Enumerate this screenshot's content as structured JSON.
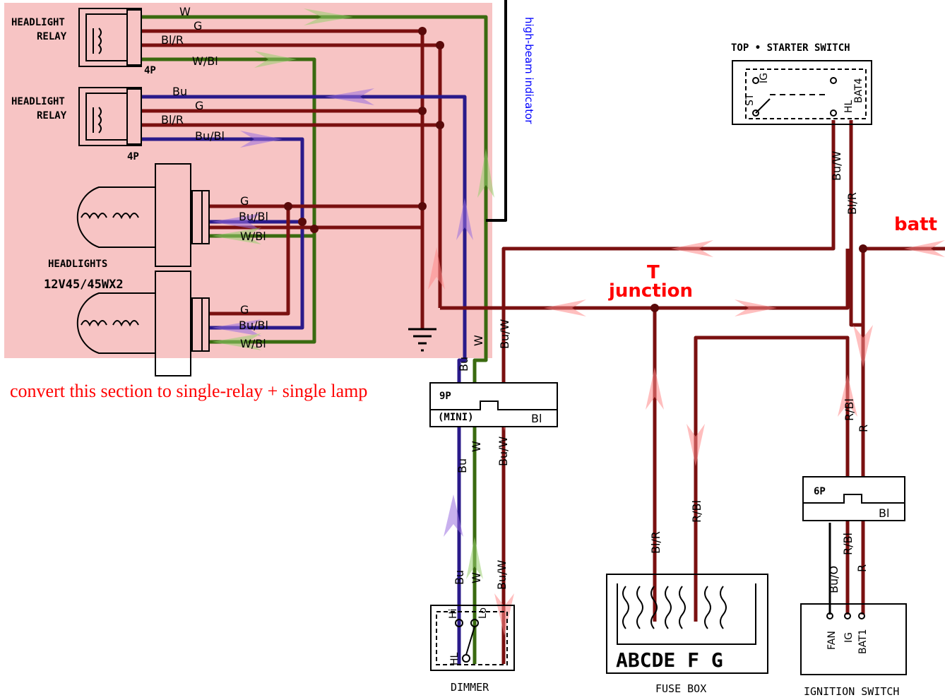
{
  "colors": {
    "highlight_region": "#f7c4c4",
    "wire_dark_red": "#7a1010",
    "wire_blue": "#2a1a8a",
    "wire_green": "#3a6a10",
    "wire_black": "#000000",
    "arrow_red": "#ff8a8a",
    "arrow_green": "#9ad070",
    "arrow_purple": "#9a70e0",
    "note_red": "#ff0000",
    "note_blue": "#0000ff"
  },
  "components": {
    "headlight_relay_1": {
      "line1": "HEADLIGHT",
      "line2": "RELAY",
      "connector": "4P"
    },
    "headlight_relay_2": {
      "line1": "HEADLIGHT",
      "line2": "RELAY",
      "connector": "4P"
    },
    "headlights": {
      "line1": "HEADLIGHTS",
      "line2": "12V45/45WX2"
    },
    "top_starter_switch": {
      "title": "TOP • STARTER SWITCH",
      "pin_st": "ST",
      "pin_ig": "IG",
      "pin_hl": "HL",
      "pin_bat4": "BAT4"
    },
    "connector_9p": {
      "label": "9P",
      "sublabel": "(MINI)",
      "color_code": "Bl"
    },
    "connector_6p": {
      "label": "6P",
      "color_code": "Bl"
    },
    "dimmer": {
      "caption": "DIMMER",
      "pin_hi": "Hi",
      "pin_lo": "Lo",
      "pin_hl": "HL"
    },
    "fuse_box": {
      "caption": "FUSE BOX",
      "letters": "ABCDE F G"
    },
    "ignition_switch": {
      "caption": "IGNITION SWITCH",
      "pin_fan": "FAN",
      "pin_ig": "IG",
      "pin_bat1": "BAT1"
    }
  },
  "wire_labels": {
    "relay1_w": "W",
    "relay1_g": "G",
    "relay1_blr": "Bl/R",
    "relay1_wbl": "W/Bl",
    "relay2_bu": "Bu",
    "relay2_g": "G",
    "relay2_blr": "Bl/R",
    "relay2_bubl": "Bu/Bl",
    "lamp1_g": "G",
    "lamp1_bubl": "Bu/Bl",
    "lamp1_wbl": "W/Bl",
    "lamp2_g": "G",
    "lamp2_bubl": "Bu/Bl",
    "lamp2_wbl": "W/Bl",
    "v_bu_1": "Bu",
    "v_w_1": "W",
    "v_buw_1": "Bu/W",
    "v_bu_2": "Bu",
    "v_w_2": "W",
    "v_buw_2": "Bu/W",
    "v_bu_3": "Bu",
    "v_w_3": "W",
    "v_buw_3": "Bu/W",
    "sw_buw": "Bu/W",
    "sw_blr": "Bl/R",
    "fuse_blr": "Bl/R",
    "fuse_rbl": "R/Bl",
    "ign_rbl_1": "R/Bl",
    "ign_r_1": "R",
    "ign_buo": "Bu/O",
    "ign_rbl_2": "R/Bl",
    "ign_r_2": "R"
  },
  "annotations": {
    "batt": "batt",
    "t_junction_1": "T",
    "t_junction_2": "junction",
    "high_beam": "high-beam indicator",
    "convert_note": "convert this section to single-relay + single lamp"
  }
}
